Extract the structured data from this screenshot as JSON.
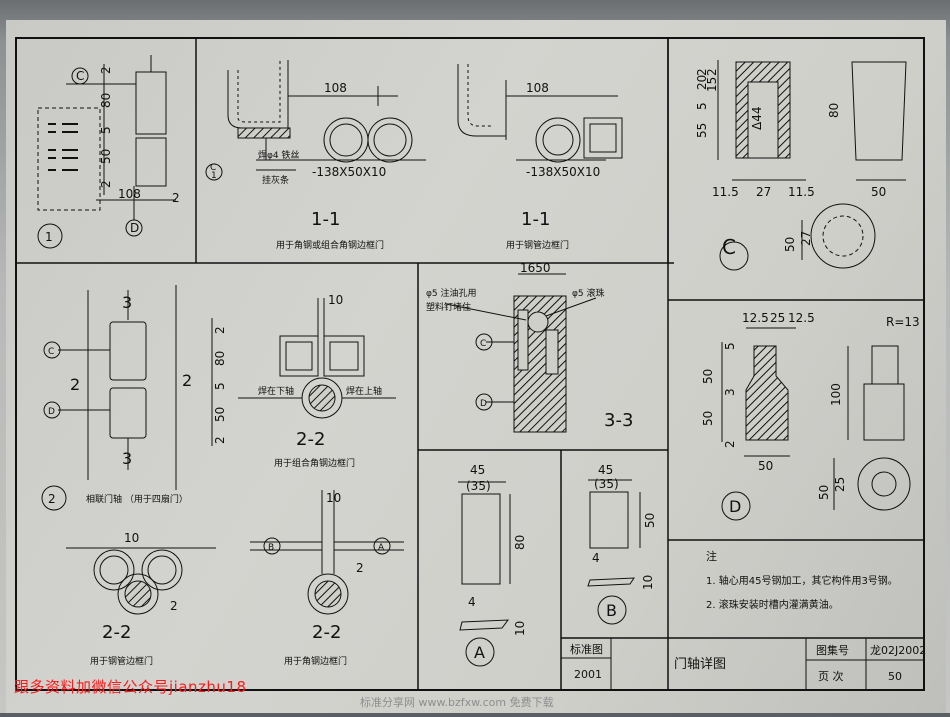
{
  "panel1": {
    "num": "1",
    "dims": [
      "2",
      "80",
      "5",
      "50",
      "2",
      "108",
      "2"
    ],
    "axis_c": "C",
    "axis_d": "D"
  },
  "section11_left": {
    "title": "1-1",
    "caption": "用于角钢或组合角钢边框门",
    "dim_top": "108",
    "plate": "-138X50X10",
    "note1": "焊φ4 铁丝",
    "note2": "挂灰条",
    "mark": "C",
    "mark_sub": "1"
  },
  "section11_right": {
    "title": "1-1",
    "caption": "用于钢管边框门",
    "dim_top": "108",
    "plate": "-138X50X10"
  },
  "panelC": {
    "label": "C",
    "dims_left": [
      "2",
      "20",
      "2",
      "15",
      "5",
      "55"
    ],
    "dim_width": [
      "11.5",
      "27",
      "11.5"
    ],
    "inner": "Δ44",
    "dim_h": "80",
    "dim_w2": "50",
    "dim_low": [
      "50",
      "27"
    ]
  },
  "panel2": {
    "num": "2",
    "caption": "相联门轴 （用于四扇门）",
    "marks": [
      "3",
      "3",
      "2",
      "2"
    ],
    "axis_c": "C",
    "axis_d": "D"
  },
  "section22_top": {
    "title": "2-2",
    "caption": "用于组合角钢边框门",
    "dim_top": "10",
    "dims": [
      "2",
      "80",
      "5",
      "50",
      "2"
    ],
    "note_left": "焊在下轴",
    "note_right": "焊在上轴"
  },
  "section22_bl": {
    "title": "2-2",
    "caption": "用于钢管边框门",
    "dim": "10",
    "dim2": "2"
  },
  "section22_br": {
    "title": "2-2",
    "caption": "用于角钢边框门",
    "dim": "10",
    "dim2": "2",
    "mark_b": "B",
    "mark_a": "A"
  },
  "section33": {
    "title": "3-3",
    "dim_top": "1650",
    "note1": "φ5 注油孔用",
    "note2": "塑料钉堵住",
    "note3": "φ5 滚珠",
    "axis_c": "C",
    "axis_d": "D"
  },
  "panelA": {
    "label": "A",
    "dim_w": "45",
    "dim_w2": "(35)",
    "dim_h": "80",
    "dim_4": "4",
    "dim_10": "10"
  },
  "panelB": {
    "label": "B",
    "dim_w": "45",
    "dim_w2": "(35)",
    "dim_h": "50",
    "dim_4": "4",
    "dim_10": "10"
  },
  "panelD": {
    "label": "D",
    "dims_top": [
      "12.5",
      "25",
      "12.5"
    ],
    "radius": "R=13",
    "dims_left": [
      "5",
      "50",
      "3",
      "50",
      "2"
    ],
    "dim_w": "50",
    "dim_h": "100",
    "dims_low": [
      "50",
      "25"
    ]
  },
  "notes": {
    "head": "注",
    "line1": "1. 轴心用45号钢加工，其它构件用3号钢。",
    "line2": "2. 滚珠安装时槽内灌满黄油。"
  },
  "title_block": {
    "std_label": "标准图",
    "year": "2001",
    "title": "门轴详图",
    "atlas_label": "图集号",
    "atlas": "龙02J2002",
    "page_label": "页 次",
    "page": "50"
  },
  "watermark": "跟多资料加微信公众号jianzhu18",
  "watermark2": "标准分享网 www.bzfxw.com 免费下载",
  "colors": {
    "ink": "#111111",
    "paper": "#cfcfca",
    "watermark": "#ff1a1a"
  }
}
